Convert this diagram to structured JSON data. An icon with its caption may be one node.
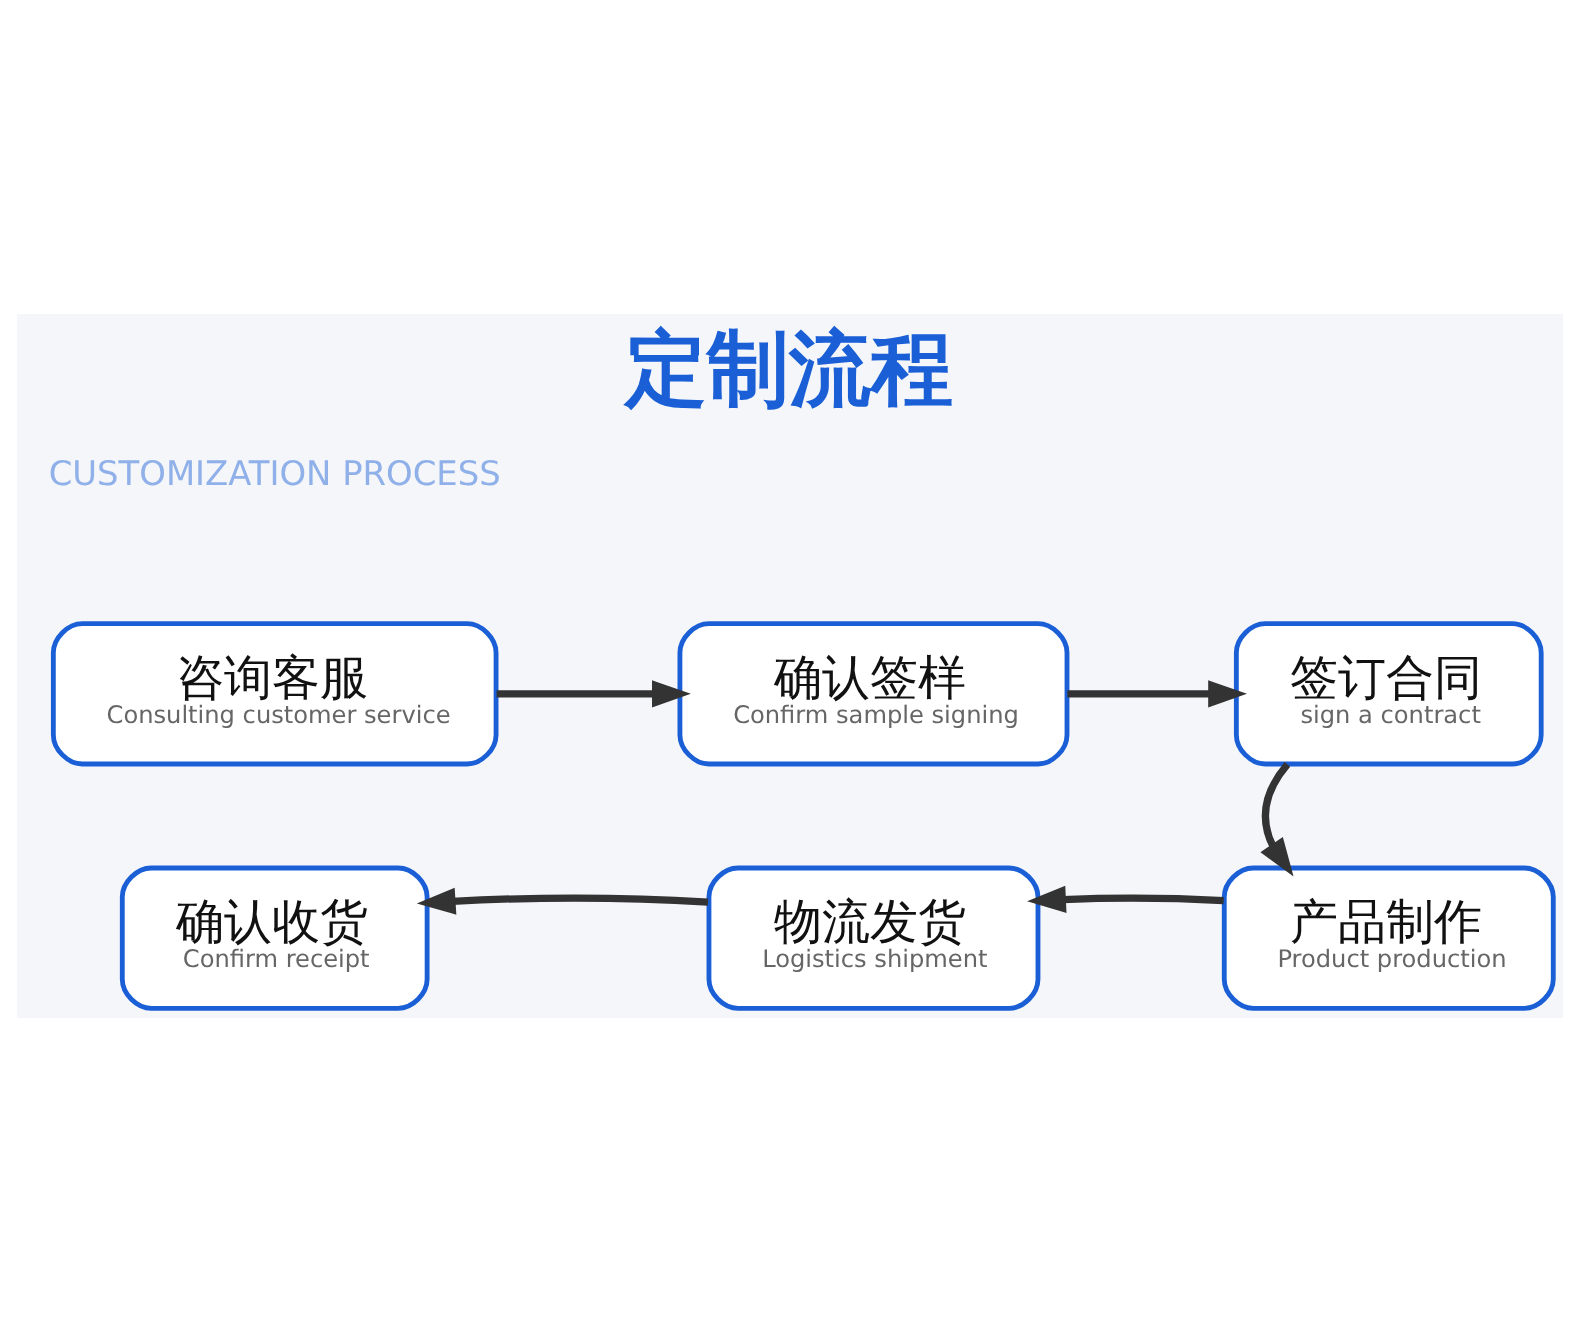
{
  "diagram": {
    "title": "定制流程",
    "nodes": [
      {
        "text": [
          "咨询客服",
          "Consulting customer service"
        ]
      },
      {
        "text": [
          "确认签样",
          "Confirm sample signing"
        ]
      },
      {
        "text": [
          "签订合同",
          "sign a contract"
        ]
      },
      {
        "text": [
          "确认收货",
          "Confirm receipt"
        ]
      },
      {
        "text": [
          "物流发货",
          "Logistics shipment"
        ]
      },
      {
        "text": [
          "产品制作",
          "Product production"
        ]
      }
    ],
    "edges": [
      {
        "from": 0,
        "to": 1,
        "arrow": "to"
      },
      {
        "from": 1,
        "to": 2,
        "arrow": "to"
      },
      {
        "from": 2,
        "to": 5,
        "arrow": "to"
      },
      {
        "from": 5,
        "to": 4,
        "arrow": "to"
      },
      {
        "from": 4,
        "to": 3,
        "arrow": "to"
      }
    ],
    "labels": [
      "CUSTOMIZATION PROCESS"
    ]
  }
}
